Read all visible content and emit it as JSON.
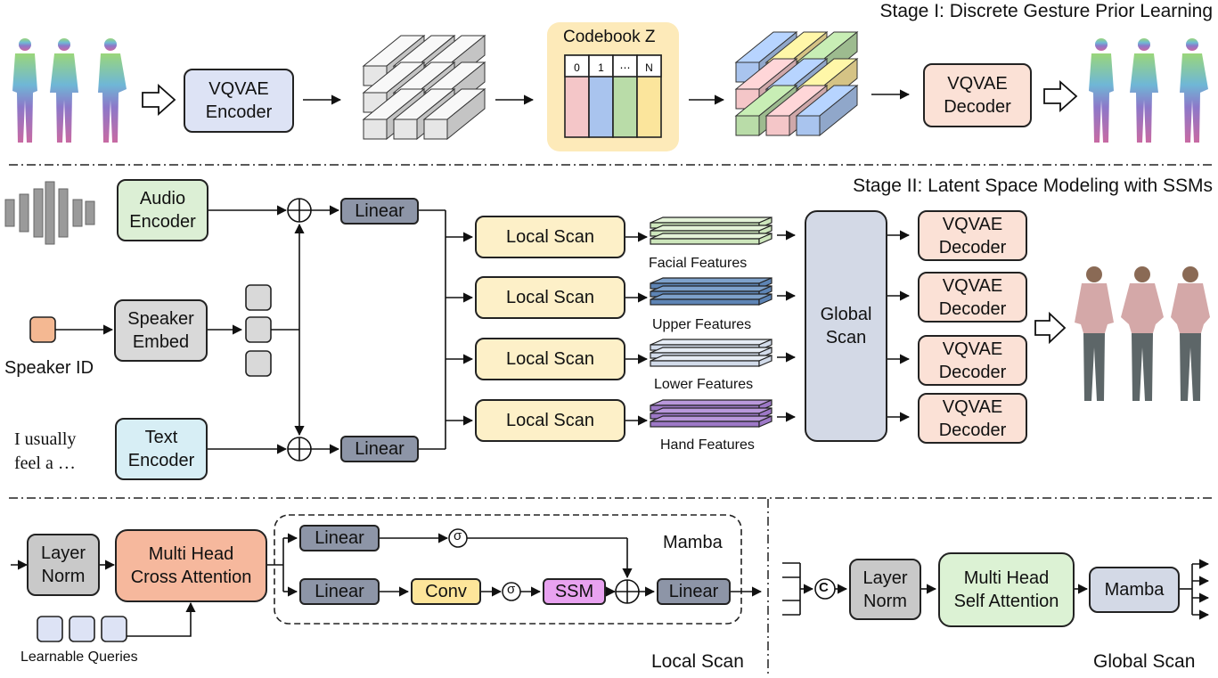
{
  "stage1": {
    "title": "Stage I: Discrete Gesture Prior Learning",
    "encoder": "VQVAE\nEncoder",
    "codebook_title": "Codebook Z",
    "codebook_entries": [
      "0",
      "1",
      "⋯",
      "N"
    ],
    "decoder": "VQVAE\nDecoder"
  },
  "stage2": {
    "title": "Stage II: Latent Space Modeling with SSMs",
    "audio_encoder": "Audio\nEncoder",
    "speaker_embed": "Speaker\nEmbed",
    "speaker_id": "Speaker ID",
    "text_input": "I usually\nfeel a …",
    "text_encoder": "Text\nEncoder",
    "linear": "Linear",
    "local_scan": "Local Scan",
    "features": [
      "Facial Features",
      "Upper Features",
      "Lower Features",
      "Hand Features"
    ],
    "global_scan": "Global\nScan",
    "decoder": "VQVAE\nDecoder"
  },
  "local_scan_detail": {
    "layer_norm": "Layer\nNorm",
    "cross_attention": "Multi Head\nCross Attention",
    "linear": "Linear",
    "conv": "Conv",
    "sigma": "σ",
    "ssm": "SSM",
    "mamba_label": "Mamba",
    "queries_label": "Learnable Queries",
    "section_label": "Local Scan"
  },
  "global_scan_detail": {
    "concat": "C",
    "layer_norm": "Layer\nNorm",
    "self_attention": "Multi Head\nSelf Attention",
    "mamba": "Mamba",
    "section_label": "Global Scan"
  },
  "colors": {
    "encoder_blue": "#dde3f5",
    "decoder_peach": "#fbe1d6",
    "audio_green": "#dcefd5",
    "text_cyan": "#d7eef5",
    "speaker_gray": "#d9d9d9",
    "linear_slate": "#8d95a7",
    "local_scan_yellow": "#fdf0c8",
    "global_scan_blue": "#d3d9e6",
    "cross_attn_orange": "#f6b89d",
    "conv_yellow": "#fde59a",
    "ssm_purple": "#e8a2f0",
    "self_attn_green": "#dcf2d4",
    "codebook_bg": "#fdeab9",
    "code_pink": "#f4c6c8",
    "code_blue": "#a9c4ee",
    "code_green": "#b9dca8",
    "code_yellow": "#fbe59c"
  }
}
